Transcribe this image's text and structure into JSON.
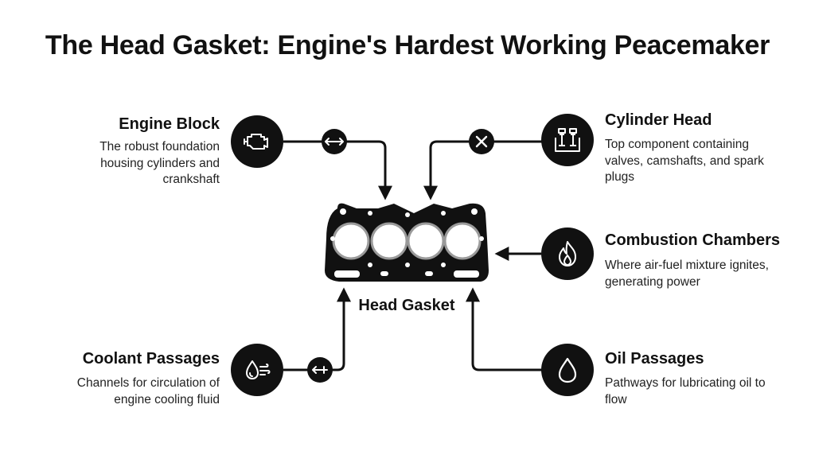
{
  "title": "The Head Gasket: Engine's Hardest Working Peacemaker",
  "center": {
    "label": "Head Gasket",
    "icon": "head-gasket-icon"
  },
  "nodes": {
    "engine_block": {
      "title": "Engine Block",
      "description": "The robust foundation housing cylinders and crankshaft",
      "icon": "engine-icon",
      "connector_icon": "double-arrow-icon"
    },
    "cylinder_head": {
      "title": "Cylinder Head",
      "description": "Top component containing valves, camshafts, and spark plugs",
      "icon": "valves-icon",
      "connector_icon": "x-icon"
    },
    "combustion_chambers": {
      "title": "Combustion Chambers",
      "description": "Where air-fuel mixture ignites, generating power",
      "icon": "flame-icon"
    },
    "coolant_passages": {
      "title": "Coolant Passages",
      "description": "Channels for circulation of engine cooling fluid",
      "icon": "coolant-icon",
      "connector_icon": "arrow-return-icon"
    },
    "oil_passages": {
      "title": "Oil Passages",
      "description": "Pathways for lubricating oil to flow",
      "icon": "oil-drop-icon"
    }
  },
  "colors": {
    "ink": "#111111",
    "background": "#ffffff",
    "bore_ring": "#9a9a9a"
  }
}
